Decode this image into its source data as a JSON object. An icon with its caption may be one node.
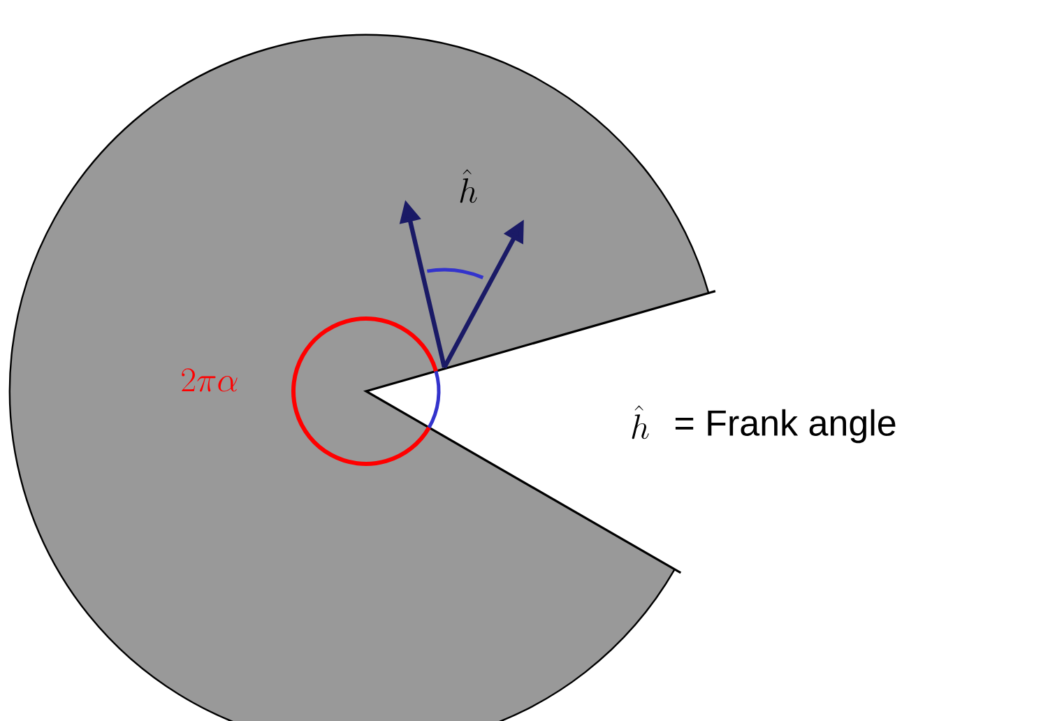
{
  "diagram": {
    "labels": [
      "\\hat{h}",
      "2\\pi\\alpha",
      "\\hat{h}",
      "= Frank angle"
    ]
  }
}
